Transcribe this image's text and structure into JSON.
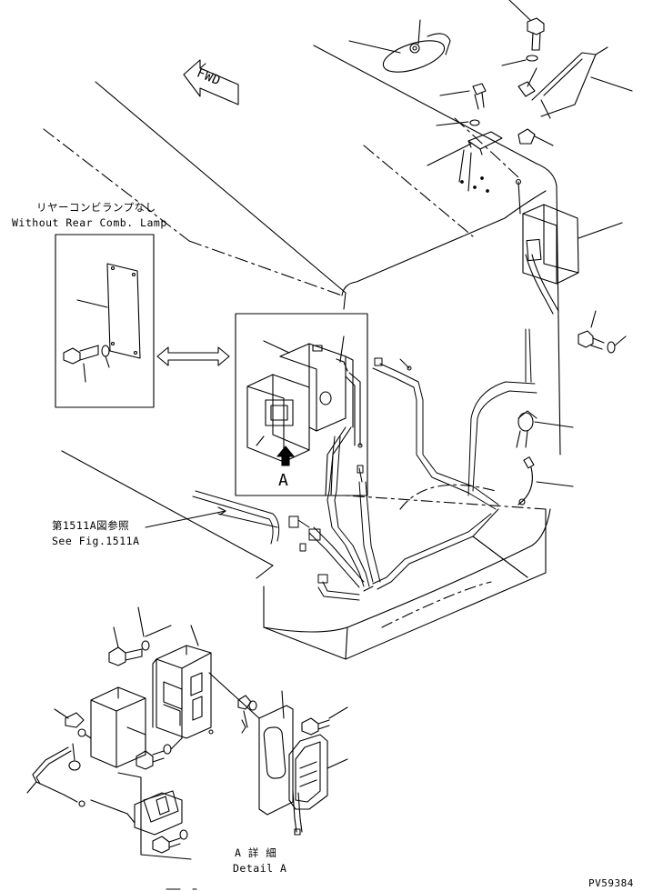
{
  "drawing": {
    "fwd_label": "FWD",
    "inset_title_jp": "リヤーコンビランプなし",
    "inset_title_en": "Without Rear Comb. Lamp",
    "see_fig_jp": "第1511A図参照",
    "see_fig_en": "See Fig.1511A",
    "view_marker": "A",
    "detail_jp": "A 詳 細",
    "detail_en": "Detail A",
    "drawing_number": "PV59384"
  },
  "colors": {
    "line": "#000000",
    "background": "#ffffff"
  }
}
